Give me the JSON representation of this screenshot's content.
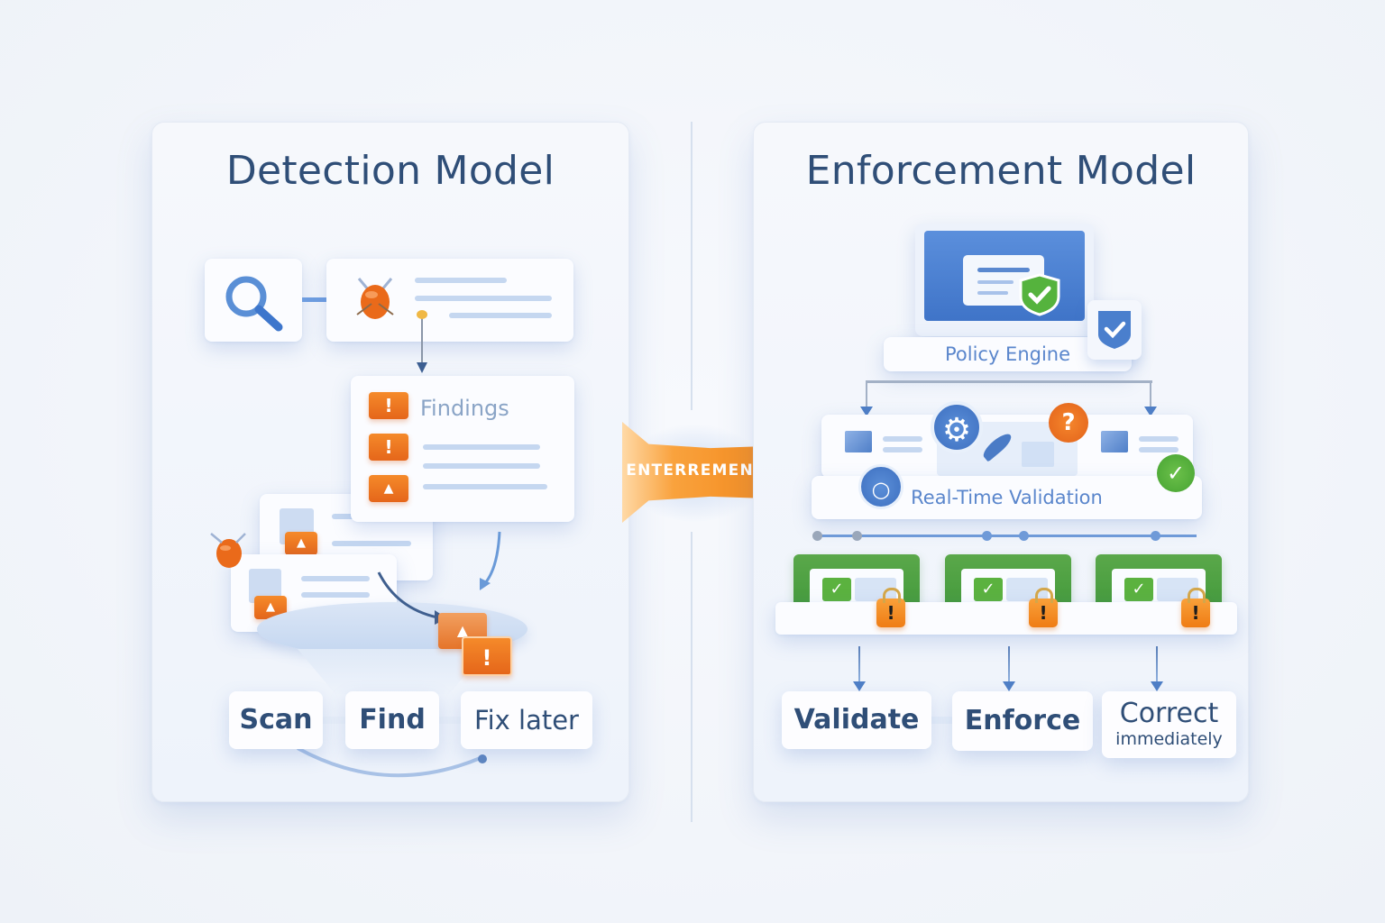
{
  "detection": {
    "title": "Detection Model",
    "findings_label": "Findings",
    "steps": [
      "Scan",
      "Find",
      "Fix later"
    ],
    "icons": [
      "search-icon",
      "bug-icon",
      "alert-icon",
      "warning-icon",
      "document-icon"
    ]
  },
  "transition": {
    "label": "ENTERREMENT"
  },
  "enforcement": {
    "title": "Enforcement Model",
    "policy_label": "Policy Engine",
    "validation_label": "Real-Time Validation",
    "steps": [
      {
        "title": "Validate",
        "subtitle": ""
      },
      {
        "title": "Enforce",
        "subtitle": ""
      },
      {
        "title": "Correct",
        "subtitle": "immediately"
      }
    ],
    "icons": [
      "monitor-icon",
      "shield-check-icon",
      "gear-icon",
      "question-icon",
      "check-icon",
      "lock-icon"
    ]
  },
  "symbols": {
    "exclaim": "!",
    "check": "✓",
    "warn": "▲",
    "gear": "⚙",
    "question": "?",
    "search": "⚲"
  },
  "colors": {
    "title": "#2f4e77",
    "accent_blue": "#4a7fd0",
    "alert_orange": "#ef7a1e",
    "success_green": "#4fa843"
  }
}
